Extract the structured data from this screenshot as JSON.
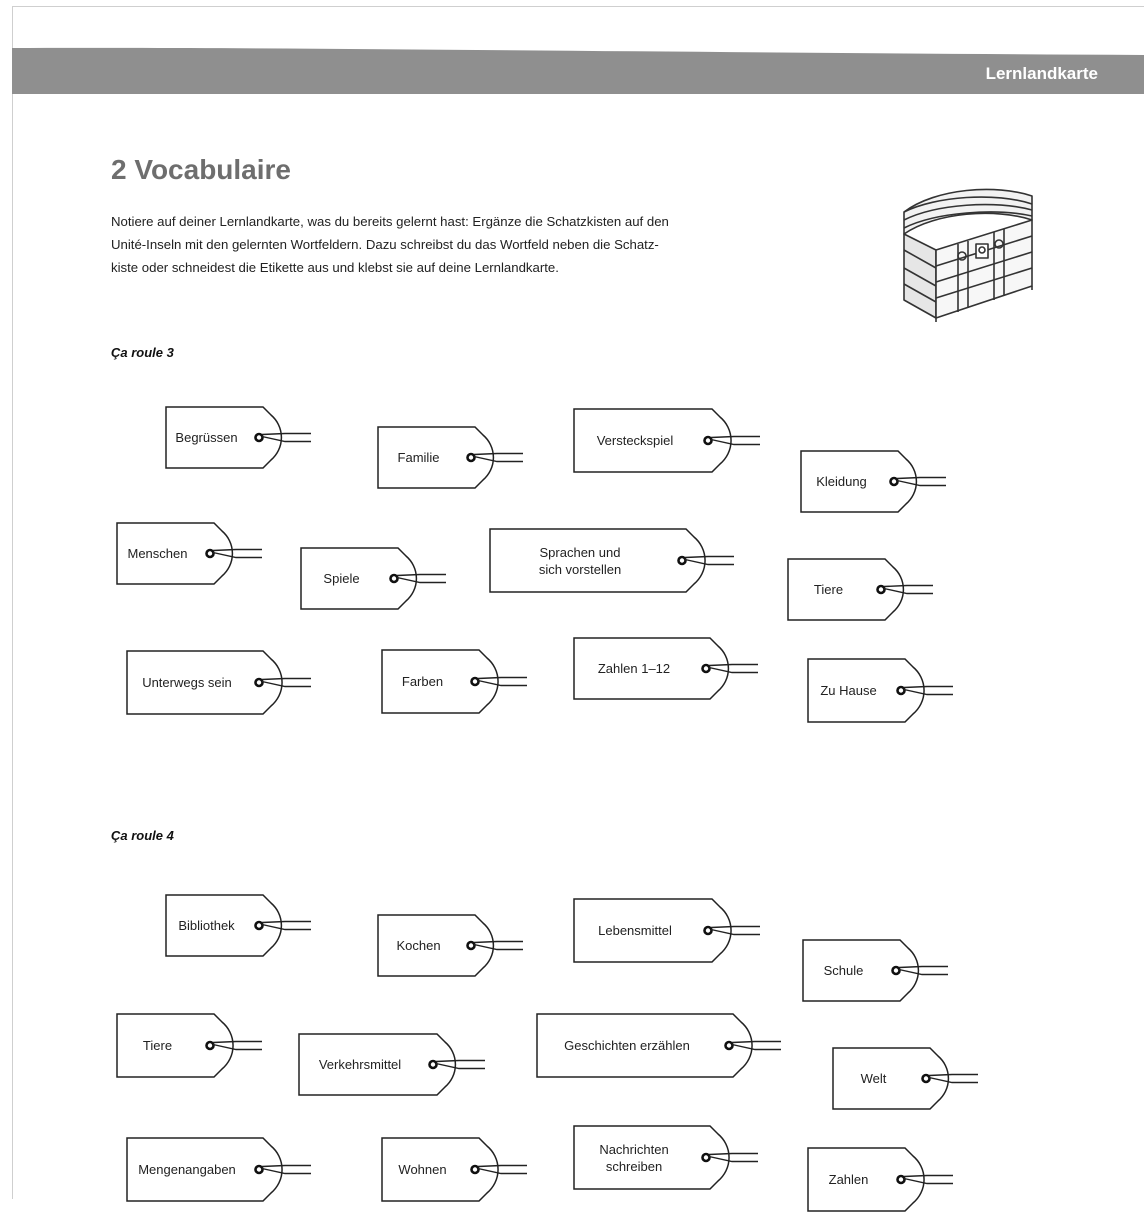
{
  "header": {
    "title": "Lernlandkarte"
  },
  "page": {
    "title": "2 Vocabulaire",
    "intro_line1": "Notiere auf deiner Lernlandkarte, was du bereits gelernt hast: Ergänze die Schatzkisten auf den",
    "intro_line2": "Unité-Inseln mit den gelernten Wortfeldern. Dazu schreibst du das Wortfeld neben die Schatz-",
    "intro_line3": "kiste oder schneidest die Etikette aus und klebst sie auf deine Lernlandkarte."
  },
  "sections": [
    {
      "label": "Ça roule 3",
      "tags": [
        "Begrüssen",
        "Familie",
        "Versteckspiel",
        "Kleidung",
        "Menschen",
        "Spiele",
        "Sprachen und\nsich vorstellen",
        "Tiere",
        "Unterwegs sein",
        "Farben",
        "Zahlen 1–12",
        "Zu Hause"
      ]
    },
    {
      "label": "Ça roule 4",
      "tags": [
        "Bibliothek",
        "Kochen",
        "Lebensmittel",
        "Schule",
        "Tiere",
        "Verkehrsmittel",
        "Geschichten erzählen",
        "Welt",
        "Mengenangaben",
        "Wohnen",
        "Nachrichten\nschreiben",
        "Zahlen"
      ]
    }
  ],
  "colors": {
    "banner": "#8f8f8f",
    "title": "#6e6e6e"
  }
}
